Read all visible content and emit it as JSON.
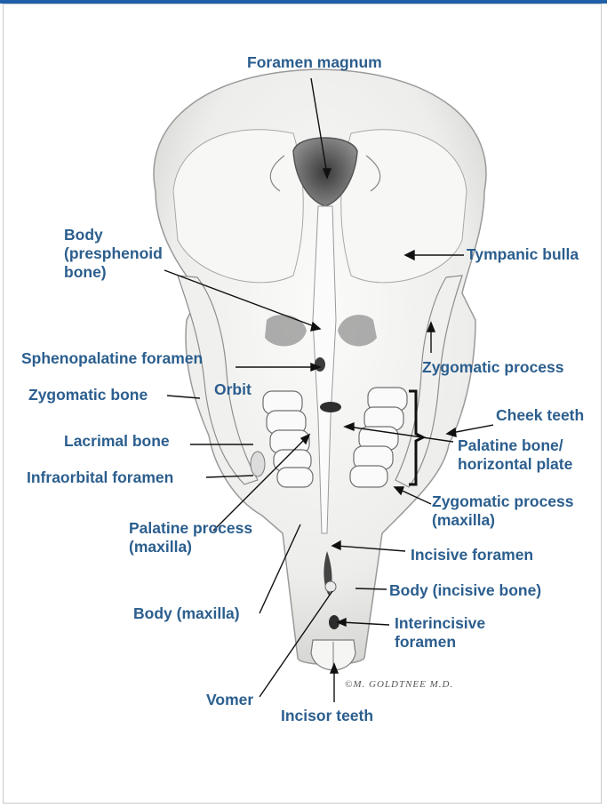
{
  "labels": {
    "foramen_magnum": "Foramen magnum",
    "body_presphenoid": "Body\n(presphenoid\nbone)",
    "tympanic_bulla": "Tympanic bulla",
    "sphenopalatine_foramen": "Sphenopalatine foramen",
    "zygomatic_process": "Zygomatic process",
    "zygomatic_bone": "Zygomatic bone",
    "orbit": "Orbit",
    "cheek_teeth": "Cheek teeth",
    "lacrimal_bone": "Lacrimal bone",
    "palatine_bone": "Palatine bone/\nhorizontal plate",
    "infraorbital_foramen": "Infraorbital foramen",
    "zygomatic_process_maxilla": "Zygomatic process\n(maxilla)",
    "palatine_process": "Palatine process\n(maxilla)",
    "incisive_foramen": "Incisive foramen",
    "body_incisive": "Body (incisive bone)",
    "body_maxilla": "Body (maxilla)",
    "interincisive_foramen": "Interincisive\nforamen",
    "vomer": "Vomer",
    "incisor_teeth": "Incisor teeth"
  },
  "signature": "©M. GOLDTNEE M.D.",
  "colors": {
    "label": "#2b5e8e",
    "bone": "#f3f3f1",
    "shadow": "#8c8c8c",
    "accent_bar": "#1f5fa8"
  }
}
